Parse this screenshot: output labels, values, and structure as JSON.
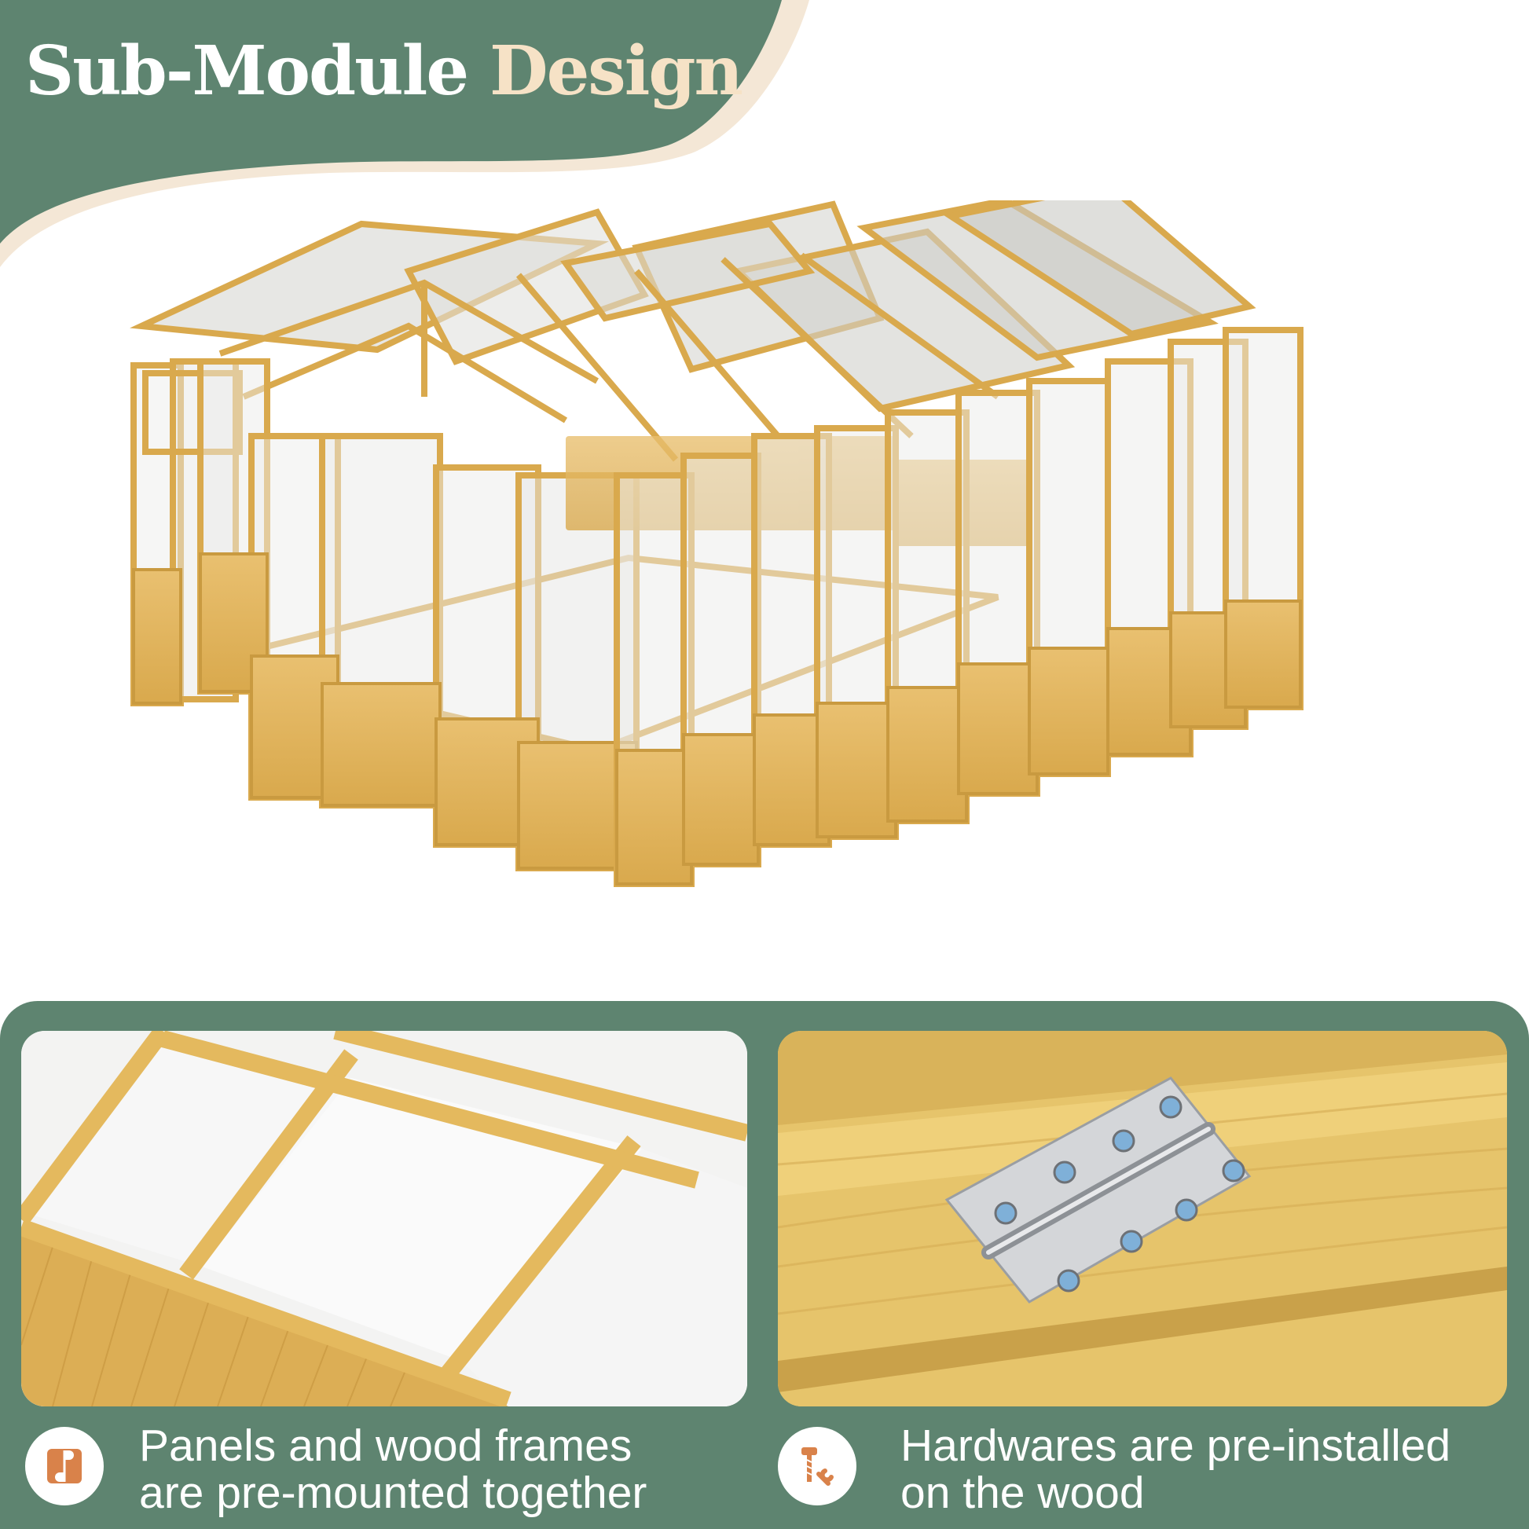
{
  "header": {
    "title_part1": "Sub-Module",
    "title_part2": "Design"
  },
  "features": [
    {
      "icon": "puzzle-piece-icon",
      "line1": "Panels and wood frames",
      "line2": "are pre-mounted together"
    },
    {
      "icon": "screw-and-wrench-icon",
      "line1": "Hardwares are pre-installed",
      "line2": "on the wood"
    }
  ],
  "colors": {
    "banner_green": "#5e8470",
    "accent_cream": "#f6e2c6",
    "wood": "#e3b760",
    "icon_orange": "#d9824a"
  }
}
